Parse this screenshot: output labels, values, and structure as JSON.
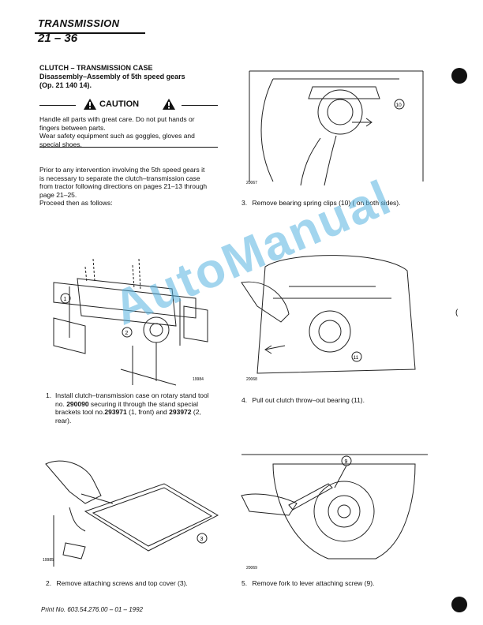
{
  "header": {
    "title": "TRANSMISSION",
    "page_number": "21 – 36"
  },
  "section": {
    "title_line1": "CLUTCH – TRANSMISSION CASE",
    "title_line2": "Disassembly–Assembly of 5th speed gears",
    "title_line3": "(Op. 21 140 14)."
  },
  "caution": {
    "label": "CAUTION",
    "lines": [
      "Handle all parts with great care. Do not put hands or",
      "fingers between parts.",
      "Wear safety equipment such as goggles, gloves and",
      "special shoes."
    ]
  },
  "intro": {
    "lines": [
      "Prior to any intervention involving the 5th speed gears it",
      "is necessary to separate the clutch–transmission case",
      "from tractor following directions on pages 21–13 through",
      "page 21–25.",
      "Proceed then as follows:"
    ]
  },
  "figures": {
    "fig1": {
      "number": "19984",
      "labels": [
        "1",
        "2"
      ]
    },
    "fig2": {
      "number": "19985",
      "labels": [
        "3"
      ]
    },
    "fig3": {
      "number": "20067",
      "labels": [
        "10"
      ]
    },
    "fig4": {
      "number": "20068",
      "labels": [
        "11"
      ]
    },
    "fig5": {
      "number": "20069",
      "labels": [
        "9"
      ]
    }
  },
  "steps": {
    "s1": {
      "num": "1.",
      "text_a": "Install clutch–transmission case on rotary stand tool",
      "text_b1": "no. ",
      "bold1": "290090",
      "text_b2": " securing it through the stand special",
      "text_c1": "brackets tool no.",
      "bold2": "293971",
      "text_c2": " (1, front) and ",
      "bold3": "293972",
      "text_c3": " (2,",
      "text_d": "rear)."
    },
    "s2": {
      "num": "2.",
      "text": "Remove attaching screws and top cover (3)."
    },
    "s3": {
      "num": "3.",
      "text": "Remove bearing spring clips (10) ( on both sides)."
    },
    "s4": {
      "num": "4.",
      "text": "Pull out clutch throw–out bearing (11)."
    },
    "s5": {
      "num": "5.",
      "text": "Remove fork to lever attaching screw (9)."
    }
  },
  "footer": {
    "text": "Print No. 603.54.276.00 – 01 – 1992"
  },
  "watermark": {
    "text": "AutoManual"
  }
}
